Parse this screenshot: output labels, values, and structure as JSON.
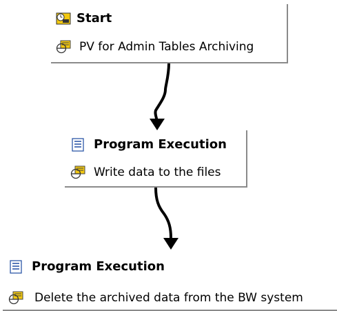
{
  "steps": [
    {
      "type_label": "Start",
      "variant_label": "PV for Admin Tables Archiving",
      "type_icon": "start-icon",
      "variant_icon": "variant-icon"
    },
    {
      "type_label": "Program Execution",
      "variant_label": "Write data to the files",
      "type_icon": "program-execution-icon",
      "variant_icon": "variant-icon"
    },
    {
      "type_label": "Program Execution",
      "variant_label": "Delete the archived data from the BW system",
      "type_icon": "program-execution-icon",
      "variant_icon": "variant-icon"
    }
  ],
  "colors": {
    "icon_yellow": "#f2c811",
    "icon_blue": "#2d58a8",
    "node_border": "#8a8a8a",
    "arrow": "#000000"
  }
}
